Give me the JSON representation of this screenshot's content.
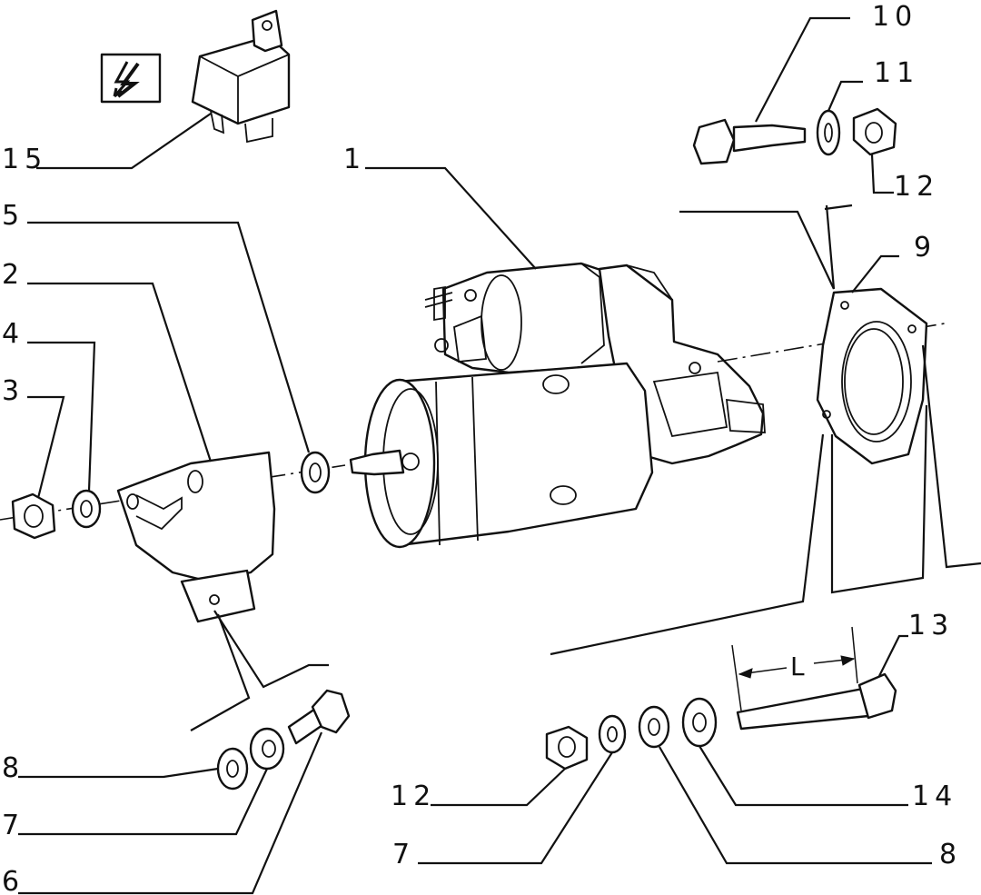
{
  "callouts": [
    {
      "id": "c1",
      "text": "1"
    },
    {
      "id": "c2",
      "text": "2"
    },
    {
      "id": "c3",
      "text": "3"
    },
    {
      "id": "c4",
      "text": "4"
    },
    {
      "id": "c5",
      "text": "5"
    },
    {
      "id": "c6",
      "text": "6"
    },
    {
      "id": "c7a",
      "text": "7"
    },
    {
      "id": "c8a",
      "text": "8"
    },
    {
      "id": "c9",
      "text": "9"
    },
    {
      "id": "c10",
      "text": "10"
    },
    {
      "id": "c11",
      "text": "11"
    },
    {
      "id": "c12a",
      "text": "12"
    },
    {
      "id": "c13",
      "text": "13"
    },
    {
      "id": "c14",
      "text": "14"
    },
    {
      "id": "c15",
      "text": "15"
    },
    {
      "id": "c12b",
      "text": "12"
    },
    {
      "id": "c7b",
      "text": "7"
    },
    {
      "id": "c8b",
      "text": "8"
    }
  ],
  "dimension_label": "L",
  "icons": {
    "relay_symbol": "lightning-bolt-icon"
  }
}
